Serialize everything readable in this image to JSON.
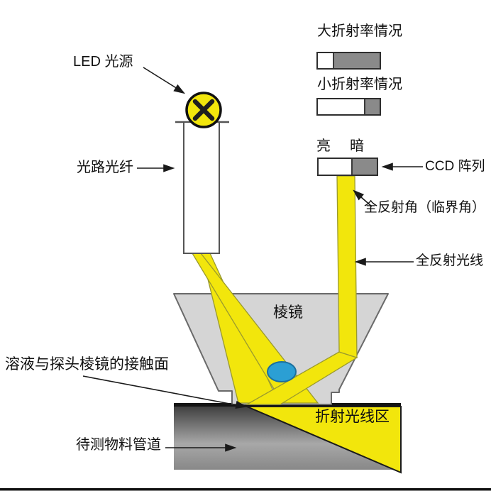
{
  "title": "CCD refractometer principle diagram",
  "labels": {
    "led": "LED 光源",
    "fiber": "光路光纤",
    "big_index": "大折射率情况",
    "small_index": "小折射率情况",
    "bright": "亮",
    "dark": "暗",
    "ccd": "CCD 阵列",
    "critical_angle": "全反射角（临界角）",
    "tir_ray": "全反射光线",
    "prism": "棱镜",
    "contact": "溶液与探头棱镜的接触面",
    "refract_zone": "折射光线区",
    "pipe": "待测物料管道"
  },
  "bars": {
    "big": {
      "bright_width": "26%",
      "dark_width": "74%"
    },
    "small": {
      "bright_width": "77%",
      "dark_width": "23%"
    },
    "ccd": {
      "bright_width": "59%",
      "dark_width": "41%"
    }
  },
  "colors": {
    "beam": "#f2e60c",
    "beam_edge": "#9a9a2e",
    "prism": "#d5d5d5",
    "prism_edge": "#6a6a6a",
    "bar_dark": "#8a8a8a",
    "drop_blue": "#2b9fd4",
    "drop_edge": "#1b6f9e",
    "line": "#1a1a1a",
    "pipe_top": "#3a3a3a",
    "pipe_mid": "#a8a8a8",
    "pipe_bottom": "#888888"
  }
}
